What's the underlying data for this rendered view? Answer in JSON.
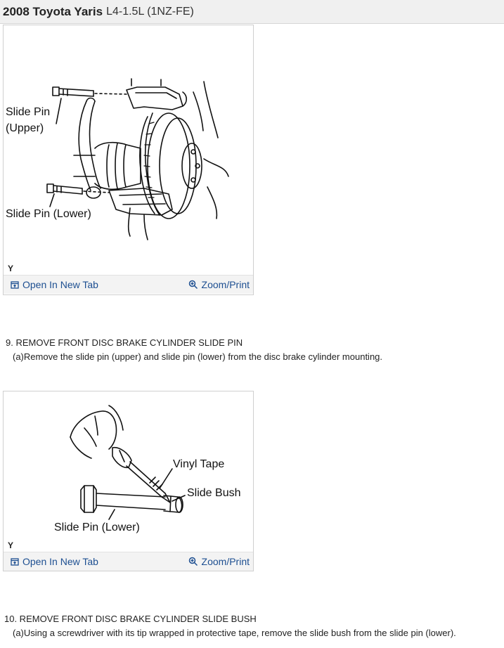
{
  "header": {
    "vehicle": "2008 Toyota Yaris",
    "engine": "L4-1.5L (1NZ-FE)"
  },
  "figures": [
    {
      "labels": [
        "Slide Pin",
        "(Upper)",
        "Slide Pin (Lower)"
      ],
      "code": "Y",
      "open_label": "Open In New Tab",
      "zoom_label": "Zoom/Print"
    },
    {
      "labels": [
        "Vinyl Tape",
        "Slide Bush",
        "Slide Pin (Lower)"
      ],
      "code": "Y",
      "open_label": "Open In New Tab",
      "zoom_label": "Zoom/Print"
    }
  ],
  "steps": [
    {
      "title": "9. REMOVE FRONT DISC BRAKE CYLINDER SLIDE PIN",
      "text": "(a)Remove the slide pin (upper) and slide pin (lower) from the disc brake cylinder mounting."
    },
    {
      "title": "10. REMOVE FRONT DISC BRAKE CYLINDER SLIDE BUSH",
      "text": "(a)Using a screwdriver with its tip wrapped in protective tape, remove the slide bush from the slide pin (lower)."
    }
  ],
  "colors": {
    "link": "#1d4f91",
    "header_bg": "#f0f0f0"
  },
  "icons": {
    "open": "open-in-new-tab-icon",
    "zoom": "zoom-magnifier-icon"
  }
}
